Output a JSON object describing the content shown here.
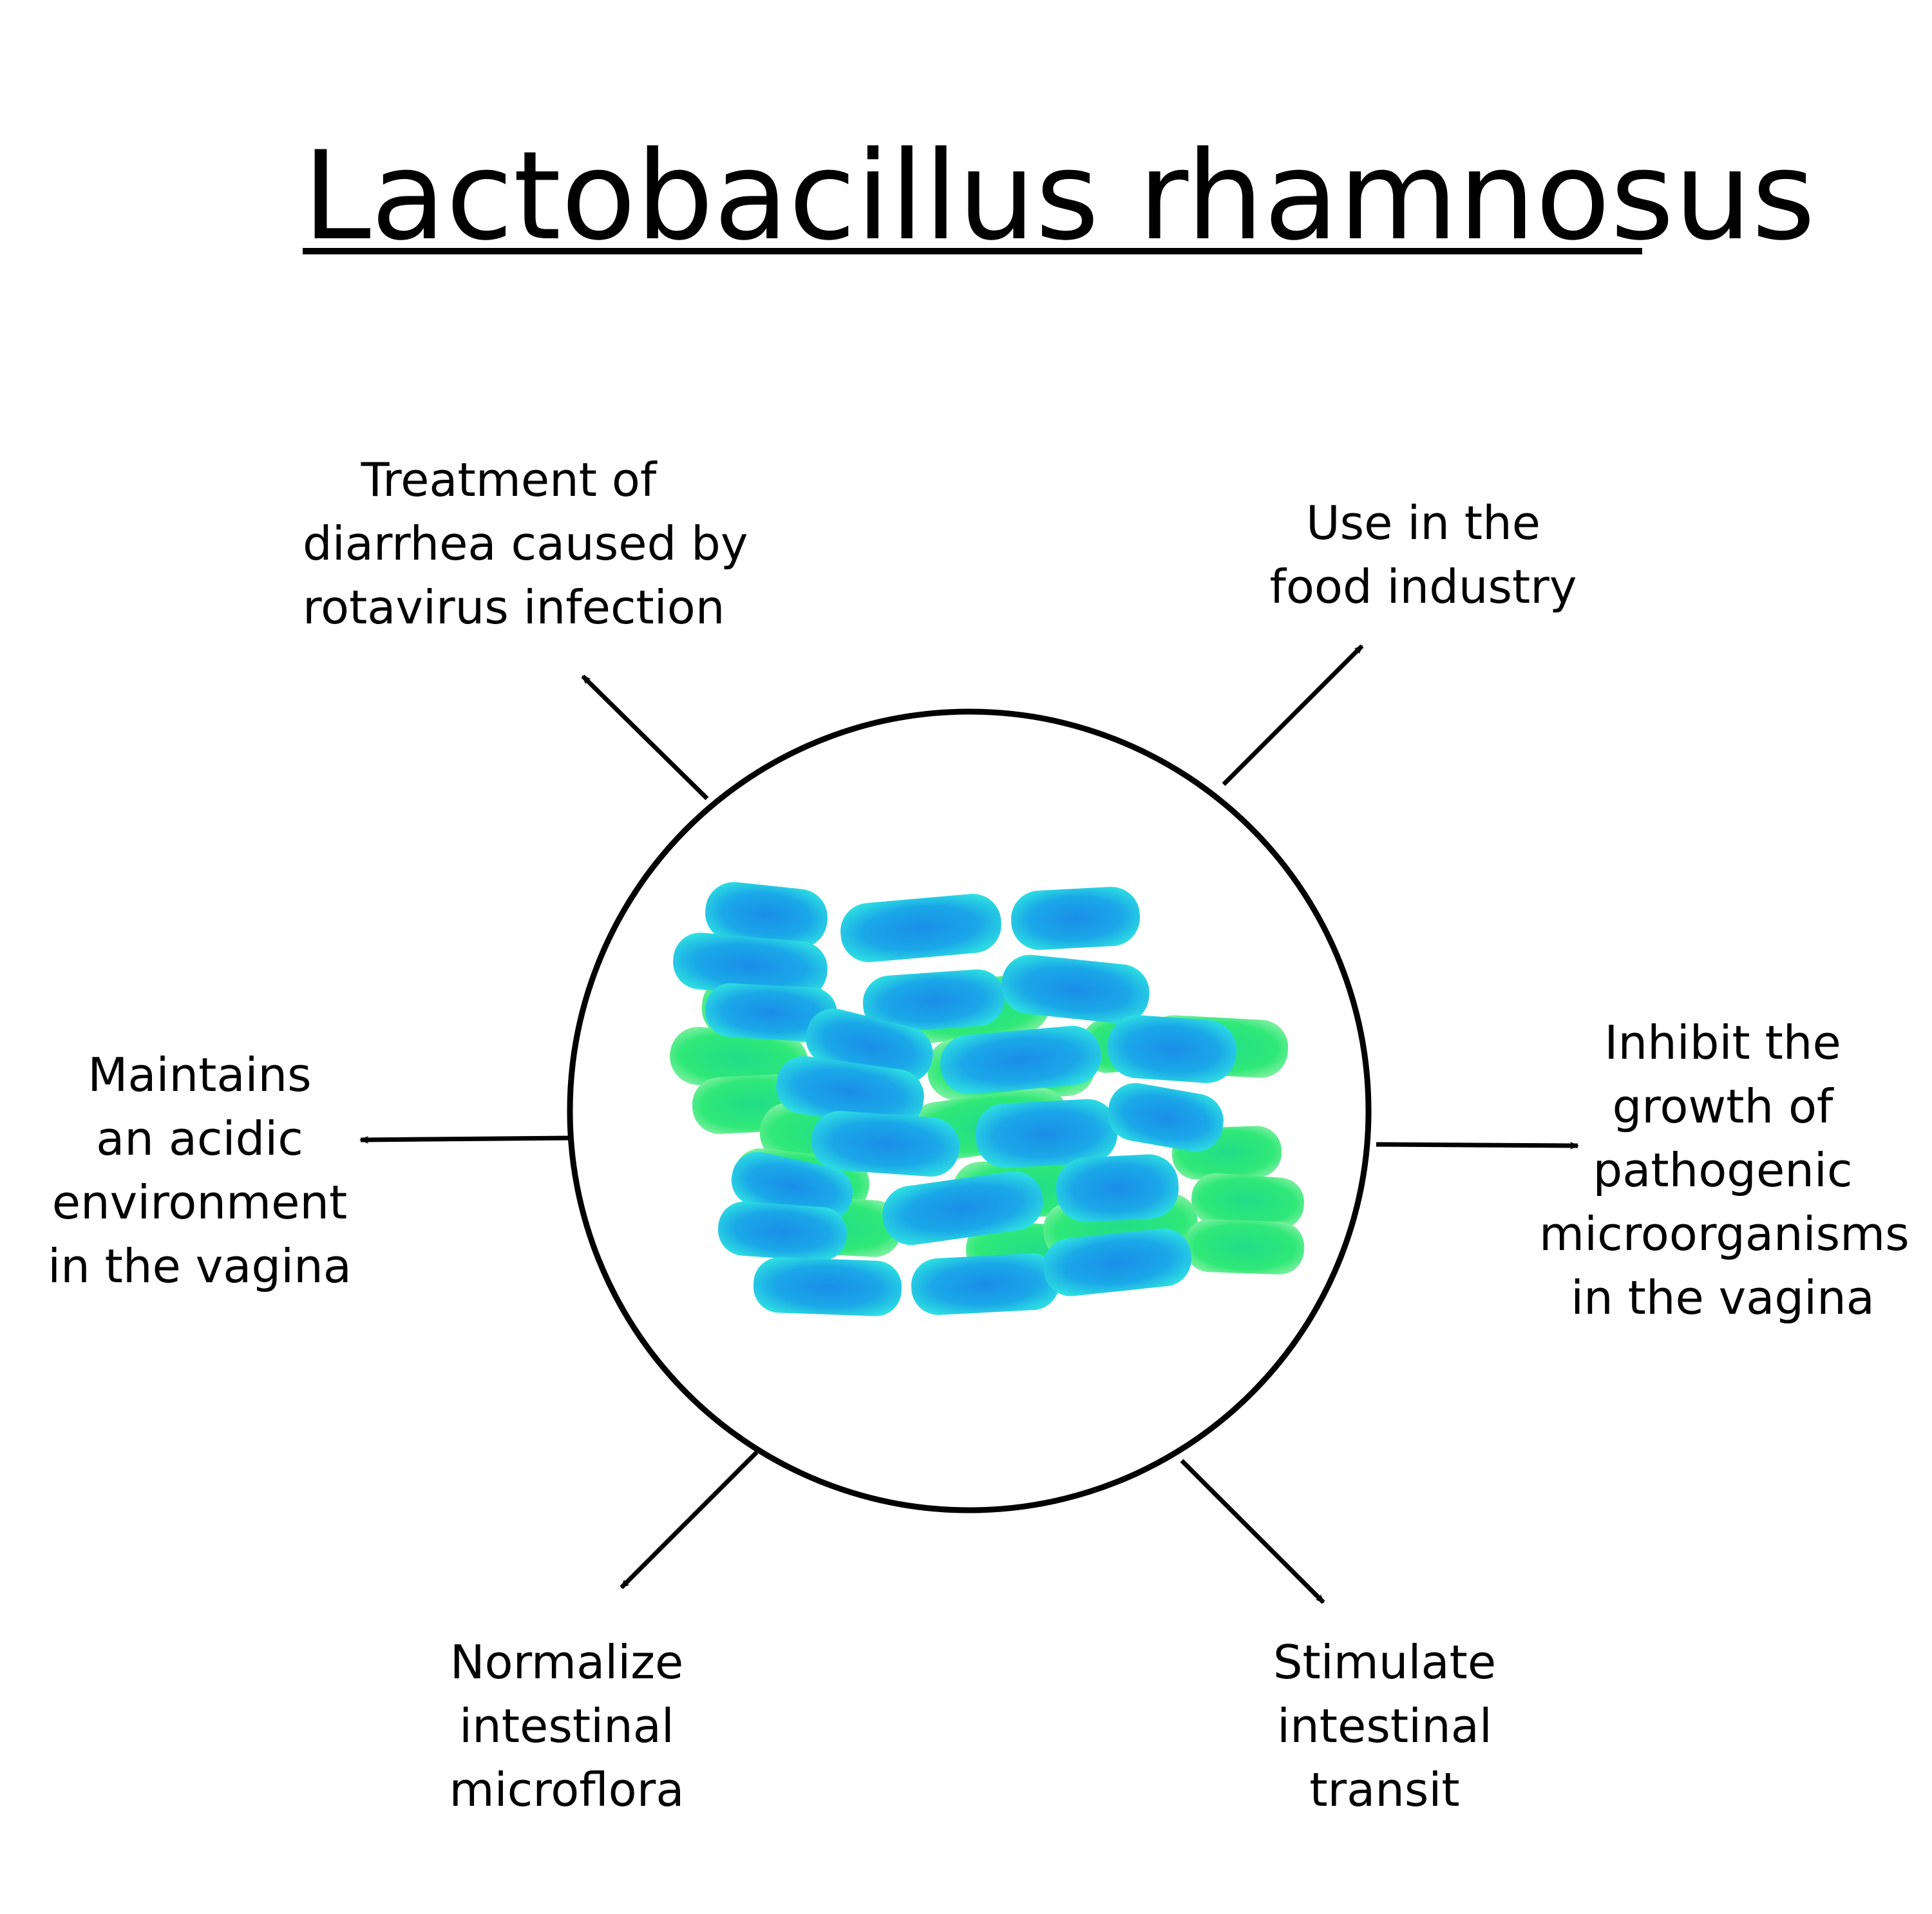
{
  "title": "Lactobacillus rhamnosus",
  "benefits": [
    {
      "id": "diarrhea",
      "text": "Treatment of\ndiarrhea caused by\nrotavirus infection"
    },
    {
      "id": "food",
      "text": "Use in the\nfood industry"
    },
    {
      "id": "acidic",
      "text": "Maintains\nan acidic\nenvironment\nin the vagina"
    },
    {
      "id": "inhibit",
      "text": "Inhibit the\ngrowth of\npathogenic\nmicroorganisms\nin the vagina"
    },
    {
      "id": "normalize",
      "text": "Normalize\nintestinal\nmicroflora"
    },
    {
      "id": "stimulate",
      "text": "Stimulate\nintestinal\ntransit"
    }
  ],
  "colors": {
    "ink": "#000000",
    "bacteria_blue": "#1aa0e8",
    "bacteria_blue_light": "#2ed6e6",
    "bacteria_green": "#2ee878",
    "bacteria_green_light": "#6ff0a8"
  },
  "icons": [
    "bacteria-cluster",
    "arrow-icon"
  ]
}
